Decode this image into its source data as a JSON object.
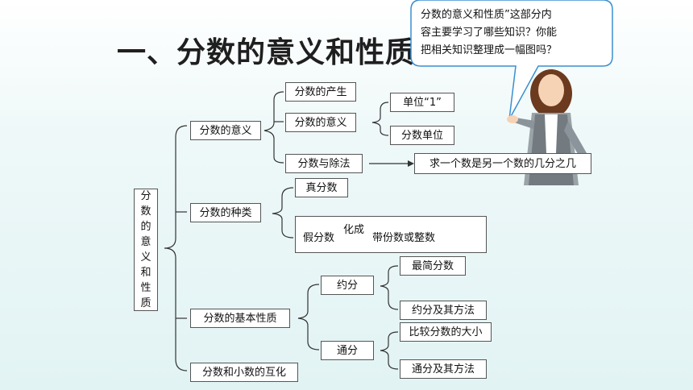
{
  "title": "一、分数的意义和性质",
  "speech_bubble": {
    "lines": [
      "分数的意义和性质”这部分内",
      "容主要学习了哪些知识？你能",
      "把相关知识整理成一幅图吗？"
    ]
  },
  "root": {
    "chars": [
      "分",
      "数",
      "的",
      "意",
      "义",
      "和",
      "性",
      "质"
    ]
  },
  "nodes": {
    "meaning": "分数的意义",
    "kinds": "分数的种类",
    "basic_property": "分数的基本性质",
    "decimal_conversion": "分数和小数的互化",
    "origin": "分数的产生",
    "meaning_sub": "分数的意义",
    "division": "分数与除法",
    "unit_one": "单位“1”",
    "fraction_unit": "分数单位",
    "division_result": "求一个数是另一个数的几分之几",
    "proper": "真分数",
    "improper": "假分数",
    "convert_label": "化成",
    "mixed_or_integer": "带份数或整数",
    "reduce": "约分",
    "simplest": "最简分数",
    "reduce_method": "约分及其方法",
    "common_denominator": "通分",
    "compare": "比较分数的大小",
    "common_method": "通分及其方法"
  },
  "colors": {
    "background": "#e2f3f4",
    "bubble_border": "#3a8fd0",
    "line": "#333333"
  }
}
